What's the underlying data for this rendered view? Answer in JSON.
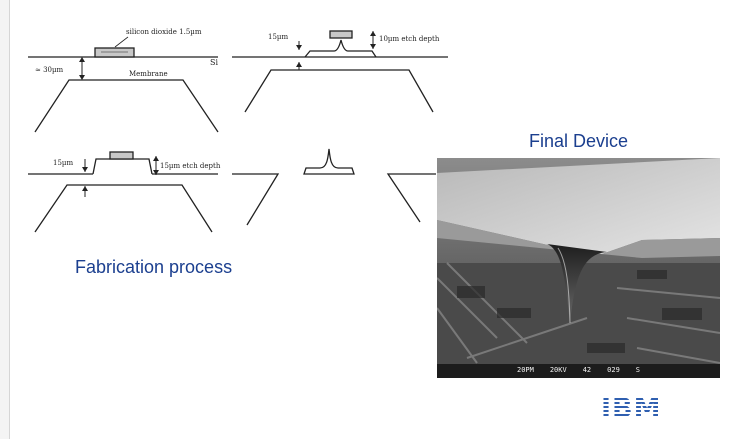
{
  "labels": {
    "oxide": "silicon dioxide 1.5µm",
    "si": "Si",
    "depth30": "≈ 30µm",
    "membrane": "Membrane",
    "d2_left": "15µm",
    "d2_right": "10µm etch depth",
    "d3_left": "15µm",
    "d3_right": "15µm etch depth"
  },
  "captions": {
    "fabrication": "Fabrication process",
    "final": "Final Device"
  },
  "sem_bar": [
    "20PM",
    "20KV",
    "42",
    "029",
    "S"
  ],
  "logo": {
    "text": "IBM",
    "color": "#2f5fb0"
  },
  "colors": {
    "caption": "#1b3f8f",
    "line": "#222222"
  }
}
